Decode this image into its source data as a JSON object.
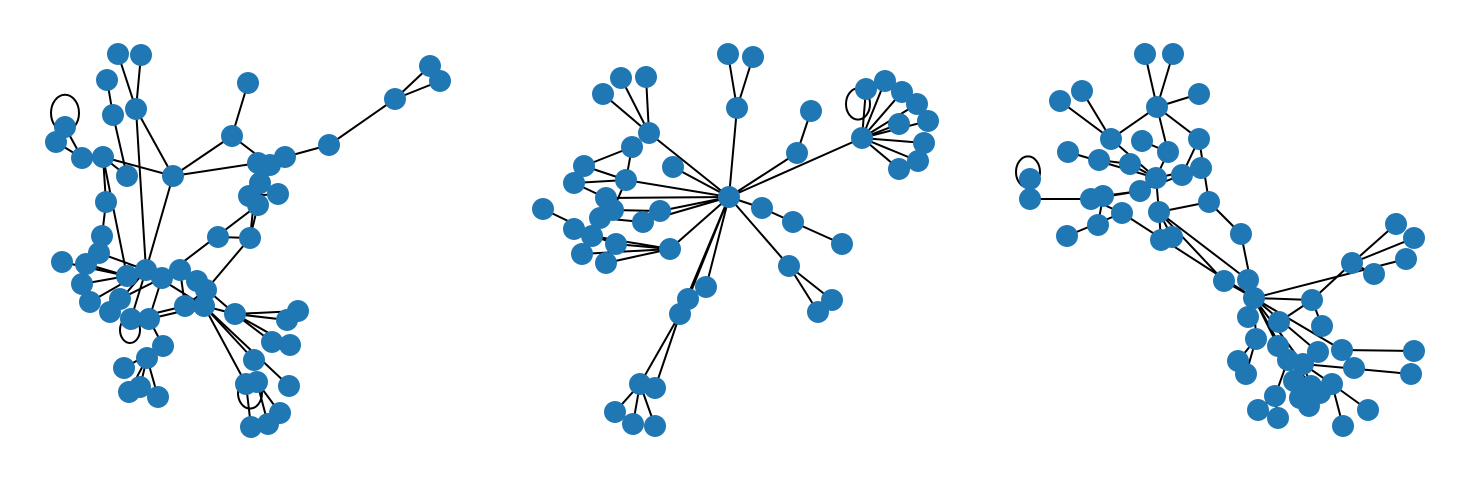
{
  "figure": {
    "panel_count": 3,
    "node_color": "#1f77b4",
    "edge_color": "#000000",
    "background": "#ffffff",
    "panels": [
      {
        "id": "graph-1",
        "title": "",
        "node_count": 86
      },
      {
        "id": "graph-2",
        "title": "",
        "node_count": 62
      },
      {
        "id": "graph-3",
        "title": "",
        "node_count": 75
      }
    ]
  }
}
